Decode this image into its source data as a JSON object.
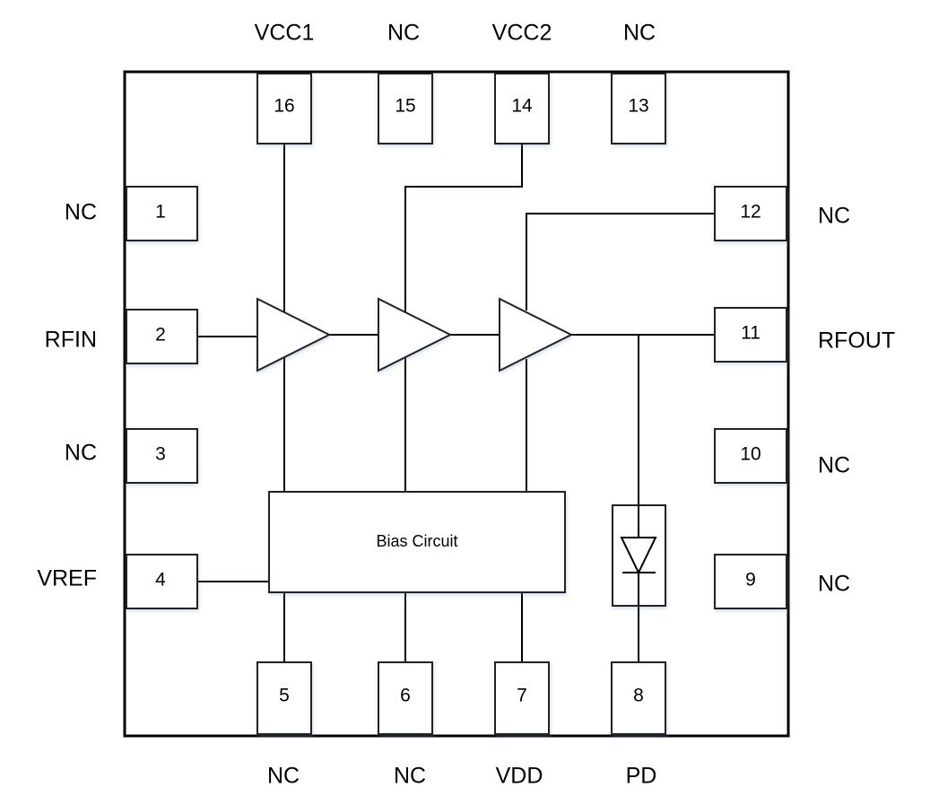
{
  "pins": {
    "top": [
      {
        "num": "16",
        "label": "VCC1"
      },
      {
        "num": "15",
        "label": "NC"
      },
      {
        "num": "14",
        "label": "VCC2"
      },
      {
        "num": "13",
        "label": "NC"
      }
    ],
    "left": [
      {
        "num": "1",
        "label": "NC"
      },
      {
        "num": "2",
        "label": "RFIN"
      },
      {
        "num": "3",
        "label": "NC"
      },
      {
        "num": "4",
        "label": "VREF"
      }
    ],
    "right": [
      {
        "num": "12",
        "label": "NC"
      },
      {
        "num": "11",
        "label": "RFOUT"
      },
      {
        "num": "10",
        "label": "NC"
      },
      {
        "num": "9",
        "label": "NC"
      }
    ],
    "bottom": [
      {
        "num": "5",
        "label": "NC"
      },
      {
        "num": "6",
        "label": "NC"
      },
      {
        "num": "7",
        "label": "VDD"
      },
      {
        "num": "8",
        "label": "PD"
      }
    ]
  },
  "blocks": {
    "bias": "Bias Circuit"
  }
}
